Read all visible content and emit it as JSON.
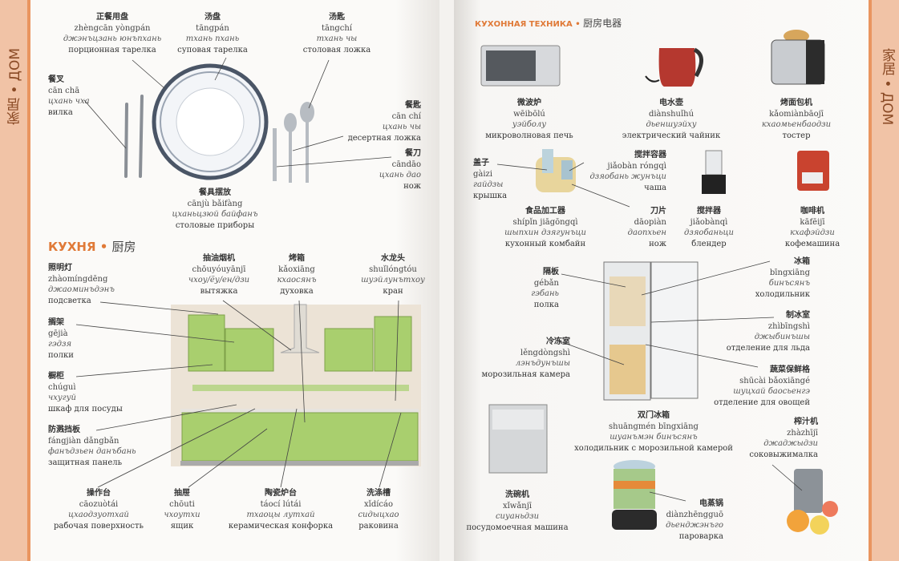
{
  "side_tab": "家居 • ДОМ",
  "kitchen_heading": {
    "ru": "КУХНЯ",
    "zh": "厨房"
  },
  "appliances_heading": {
    "ru": "КУХОННАЯ ТЕХНИКА",
    "zh": "厨房电器"
  },
  "labels": [
    {
      "key": "zhengcan",
      "align": "c",
      "zh": "正餐用盘",
      "pinyin": "zhèngcān yòngpán",
      "translit": "джэнъцзань юнъпхань",
      "ru": "порционная тарелка"
    },
    {
      "key": "tangpan",
      "align": "c",
      "zh": "汤盘",
      "pinyin": "tāngpán",
      "translit": "тхань пхань",
      "ru": "суповая тарелка"
    },
    {
      "key": "tangchi",
      "align": "c",
      "zh": "汤匙",
      "pinyin": "tāngchí",
      "translit": "тхань чы",
      "ru": "столовая ложка"
    },
    {
      "key": "canchai",
      "align": "l",
      "zh": "餐叉",
      "pinyin": "cān chā",
      "translit": "цхань чха",
      "ru": "вилка"
    },
    {
      "key": "canchi",
      "align": "rt",
      "zh": "餐匙",
      "pinyin": "cān chí",
      "translit": "цхань чы",
      "ru": "десертная ложка"
    },
    {
      "key": "candao",
      "align": "rt",
      "zh": "餐刀",
      "pinyin": "cāndāo",
      "translit": "цхань дао",
      "ru": "нож"
    },
    {
      "key": "canju",
      "align": "c",
      "zh": "餐具摆放",
      "pinyin": "cānjù bǎifàng",
      "translit": "цханьцзюй байфанъ",
      "ru": "столовые приборы"
    },
    {
      "key": "zhaoming",
      "align": "l",
      "zh": "照明灯",
      "pinyin": "zhàomíngdēng",
      "translit": "джаоминъдэнъ",
      "ru": "подсветка"
    },
    {
      "key": "gejia",
      "align": "l",
      "zh": "搁架",
      "pinyin": "gējià",
      "translit": "гэдзя",
      "ru": "полки"
    },
    {
      "key": "chugui",
      "align": "l",
      "zh": "橱柜",
      "pinyin": "chúguì",
      "translit": "чхугуй",
      "ru": "шкаф для посуды"
    },
    {
      "key": "fangjian",
      "align": "l",
      "zh": "防溅挡板",
      "pinyin": "fángjiàn dǎngbǎn",
      "translit": "фанъдзьен данъбань",
      "ru": "защитная панель"
    },
    {
      "key": "chouyou",
      "align": "c",
      "zh": "抽油烟机",
      "pinyin": "chōuyóuyānjī",
      "translit": "чхоу/ёу/ен/дзи",
      "ru": "вытяжка"
    },
    {
      "key": "kaoxiang",
      "align": "c",
      "zh": "烤箱",
      "pinyin": "kǎoxiāng",
      "translit": "кхаосянъ",
      "ru": "духовка"
    },
    {
      "key": "shuilong",
      "align": "c",
      "zh": "水龙头",
      "pinyin": "shuǐlóngtóu",
      "translit": "шуэйлунътхоу",
      "ru": "кран"
    },
    {
      "key": "caozuo",
      "align": "c",
      "zh": "操作台",
      "pinyin": "cāozuòtái",
      "translit": "цхаодзуотхай",
      "ru": "рабочая поверхность"
    },
    {
      "key": "chouti",
      "align": "c",
      "zh": "抽屉",
      "pinyin": "chōuti",
      "translit": "чхоутхи",
      "ru": "ящик"
    },
    {
      "key": "taoci",
      "align": "c",
      "zh": "陶瓷炉台",
      "pinyin": "táocí lútái",
      "translit": "тхаоцы лутхай",
      "ru": "керамическая конфорка"
    },
    {
      "key": "xidi",
      "align": "c",
      "zh": "洗涤槽",
      "pinyin": "xǐdícáo",
      "translit": "сидыцхао",
      "ru": "раковина"
    },
    {
      "key": "weibo",
      "align": "c",
      "zh": "微波炉",
      "pinyin": "wēibōlú",
      "translit": "уэйболу",
      "ru": "микроволновая печь"
    },
    {
      "key": "dianshui",
      "align": "c",
      "zh": "电水壶",
      "pinyin": "diànshuǐhú",
      "translit": "дьеншуэйху",
      "ru": "электрический чайник"
    },
    {
      "key": "kaomian",
      "align": "c",
      "zh": "烤面包机",
      "pinyin": "kǎomiànbāojī",
      "translit": "кхаомьенбаодзи",
      "ru": "тостер"
    },
    {
      "key": "gaizi",
      "align": "l",
      "zh": "盖子",
      "pinyin": "gàizi",
      "translit": "гайдзы",
      "ru": "крышка"
    },
    {
      "key": "rongqi",
      "align": "rt",
      "zh": "搅拌容器",
      "pinyin": "jiǎobàn róngqì",
      "translit": "дзяобань жунъци",
      "ru": "чаша"
    },
    {
      "key": "shipin",
      "align": "c",
      "zh": "食品加工器",
      "pinyin": "shípǐn jiāgōngqì",
      "translit": "шыпхин дзягунъци",
      "ru": "кухонный комбайн"
    },
    {
      "key": "daopian",
      "align": "rt",
      "zh": "刀片",
      "pinyin": "dāopiàn",
      "translit": "даопхьен",
      "ru": "нож"
    },
    {
      "key": "jiaoban",
      "align": "c",
      "zh": "搅拌器",
      "pinyin": "jiǎobànqì",
      "translit": "дзяобаньци",
      "ru": "блендер"
    },
    {
      "key": "kafei",
      "align": "c",
      "zh": "咖啡机",
      "pinyin": "kāfēijī",
      "translit": "кхафэйдзи",
      "ru": "кофемашина"
    },
    {
      "key": "geban",
      "align": "rt",
      "zh": "隔板",
      "pinyin": "gébǎn",
      "translit": "гэбань",
      "ru": "полка"
    },
    {
      "key": "bing",
      "align": "rt",
      "zh": "冰箱",
      "pinyin": "bīngxiāng",
      "translit": "бинъсянъ",
      "ru": "холодильник"
    },
    {
      "key": "zhibing",
      "align": "rt",
      "zh": "制冰室",
      "pinyin": "zhìbīngshì",
      "translit": "джыбинъшы",
      "ru": "отделение для льда"
    },
    {
      "key": "lengdong",
      "align": "rt",
      "zh": "冷冻室",
      "pinyin": "lěngdòngshì",
      "translit": "лэнъдунъшы",
      "ru": "морозильная камера"
    },
    {
      "key": "shucai",
      "align": "rt",
      "zh": "蔬菜保鲜格",
      "pinyin": "shūcài bǎoxiāngé",
      "translit": "шуцхай баосьенгэ",
      "ru": "отделение для овощей"
    },
    {
      "key": "shuangmen",
      "align": "c",
      "zh": "双门冰箱",
      "pinyin": "shuāngmén bīngxiāng",
      "translit": "шуанъмэн бинъсянъ",
      "ru": "холодильник с морозильной камерой"
    },
    {
      "key": "zhazhi",
      "align": "rt",
      "zh": "榨汁机",
      "pinyin": "zhàzhījī",
      "translit": "джаджыдзи",
      "ru": "соковыжималка"
    },
    {
      "key": "xiwan",
      "align": "c",
      "zh": "洗碗机",
      "pinyin": "xǐwǎnjī",
      "translit": "сиуаньдзи",
      "ru": "посудомоечная машина"
    },
    {
      "key": "dianzheng",
      "align": "rt",
      "zh": "电蒸锅",
      "pinyin": "diànzhēngguō",
      "translit": "дьенджэнъго",
      "ru": "пароварка"
    }
  ],
  "colors": {
    "accent": "#e07a38",
    "tab": "#f1c3a6",
    "cabinet": "#a9cf6e"
  }
}
